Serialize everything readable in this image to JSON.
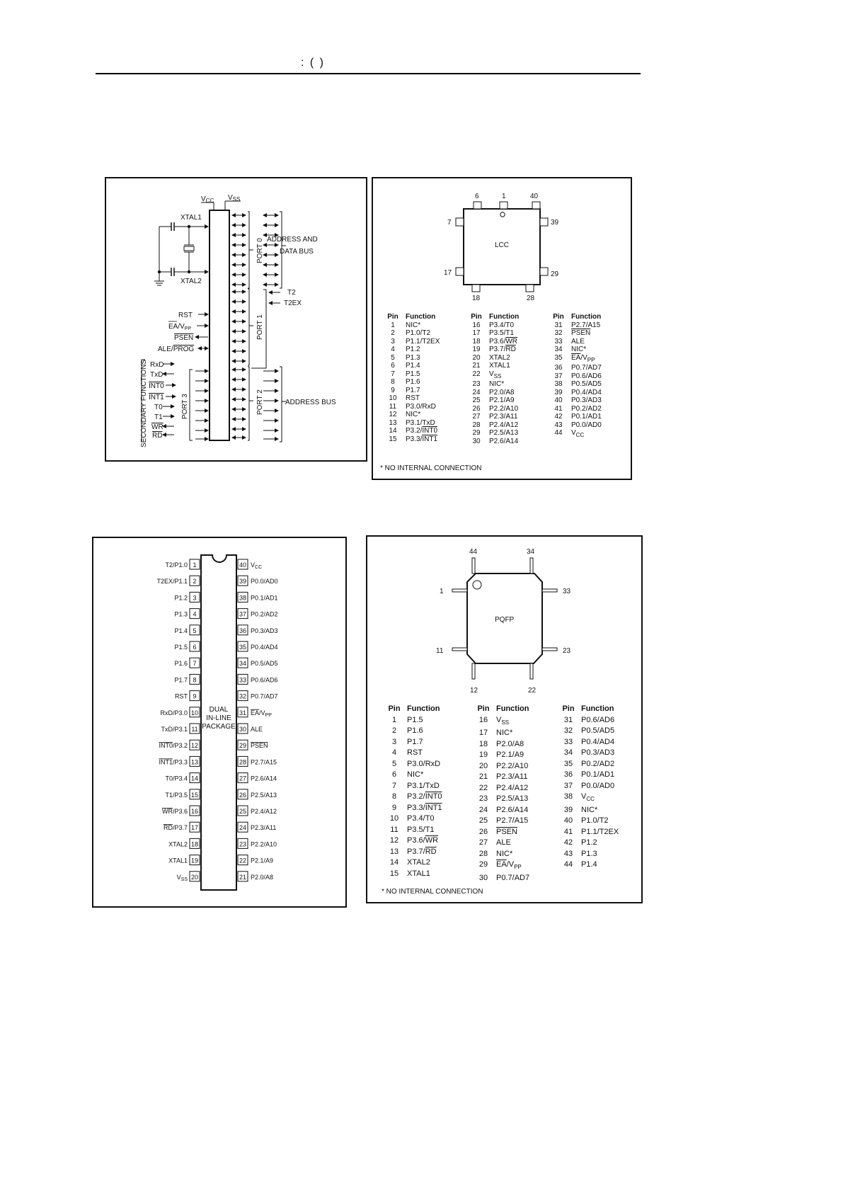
{
  "header": {
    "text": ": (    )"
  },
  "logic_diagram": {
    "vcc": "VCC",
    "vss": "VSS",
    "xtal1": "XTAL1",
    "xtal2": "XTAL2",
    "port0": "PORT 0",
    "port1": "PORT 1",
    "port2": "PORT 2",
    "port3": "PORT 3",
    "address_data_bus": [
      "ADDRESS AND",
      "DATA BUS"
    ],
    "t2": "T2",
    "t2ex": "T2EX",
    "rst": "RST",
    "ea_vpp": "EA/VPP",
    "psen": "PSEN",
    "ale_prog": "ALE/PROG",
    "secondary_functions": "SECONDARY FUNCTIONS",
    "port3_signals": [
      "RxD",
      "TxD",
      "INT0",
      "INT1",
      "T0",
      "T1",
      "WR",
      "RD"
    ],
    "address_bus": "ADDRESS BUS"
  },
  "lcc": {
    "label": "LCC",
    "pin_labels": {
      "top": [
        "6",
        "1",
        "40"
      ],
      "left": [
        "7",
        "17"
      ],
      "right": [
        "39",
        "29"
      ],
      "bottom": [
        "18",
        "28"
      ]
    },
    "table_headers": {
      "pin": "Pin",
      "function": "Function"
    },
    "columns": [
      [
        [
          "1",
          "NIC*"
        ],
        [
          "2",
          "P1.0/T2"
        ],
        [
          "3",
          "P1.1/T2EX"
        ],
        [
          "4",
          "P1.2"
        ],
        [
          "5",
          "P1.3"
        ],
        [
          "6",
          "P1.4"
        ],
        [
          "7",
          "P1.5"
        ],
        [
          "8",
          "P1.6"
        ],
        [
          "9",
          "P1.7"
        ],
        [
          "10",
          "RST"
        ],
        [
          "11",
          "P3.0/RxD"
        ],
        [
          "12",
          "NIC*"
        ],
        [
          "13",
          "P3.1/TxD"
        ],
        [
          "14",
          "P3.2/INT0"
        ],
        [
          "15",
          "P3.3/INT1"
        ]
      ],
      [
        [
          "16",
          "P3.4/T0"
        ],
        [
          "17",
          "P3.5/T1"
        ],
        [
          "18",
          "P3.6/WR"
        ],
        [
          "19",
          "P3.7/RD"
        ],
        [
          "20",
          "XTAL2"
        ],
        [
          "21",
          "XTAL1"
        ],
        [
          "22",
          "VSS"
        ],
        [
          "23",
          "NIC*"
        ],
        [
          "24",
          "P2.0/A8"
        ],
        [
          "25",
          "P2.1/A9"
        ],
        [
          "26",
          "P2.2/A10"
        ],
        [
          "27",
          "P2.3/A11"
        ],
        [
          "28",
          "P2.4/A12"
        ],
        [
          "29",
          "P2.5/A13"
        ],
        [
          "30",
          "P2.6/A14"
        ]
      ],
      [
        [
          "31",
          "P2.7/A15"
        ],
        [
          "32",
          "PSEN"
        ],
        [
          "33",
          "ALE"
        ],
        [
          "34",
          "NIC*"
        ],
        [
          "35",
          "EA/VPP"
        ],
        [
          "36",
          "P0.7/AD7"
        ],
        [
          "37",
          "P0.6/AD6"
        ],
        [
          "38",
          "P0.5/AD5"
        ],
        [
          "39",
          "P0.4/AD4"
        ],
        [
          "40",
          "P0.3/AD3"
        ],
        [
          "41",
          "P0.2/AD2"
        ],
        [
          "42",
          "P0.1/AD1"
        ],
        [
          "43",
          "P0.0/AD0"
        ],
        [
          "44",
          "VCC"
        ]
      ]
    ],
    "note": "* NO INTERNAL CONNECTION"
  },
  "dip": {
    "label": [
      "DUAL",
      "IN-LINE",
      "PACKAGE"
    ],
    "left_pins": [
      [
        "1",
        "T2/P1.0"
      ],
      [
        "2",
        "T2EX/P1.1"
      ],
      [
        "3",
        "P1.2"
      ],
      [
        "4",
        "P1.3"
      ],
      [
        "5",
        "P1.4"
      ],
      [
        "6",
        "P1.5"
      ],
      [
        "7",
        "P1.6"
      ],
      [
        "8",
        "P1.7"
      ],
      [
        "9",
        "RST"
      ],
      [
        "10",
        "RxD/P3.0"
      ],
      [
        "11",
        "TxD/P3.1"
      ],
      [
        "12",
        "INT0/P3.2"
      ],
      [
        "13",
        "INT1/P3.3"
      ],
      [
        "14",
        "T0/P3.4"
      ],
      [
        "15",
        "T1/P3.5"
      ],
      [
        "16",
        "WR/P3.6"
      ],
      [
        "17",
        "RD/P3.7"
      ],
      [
        "18",
        "XTAL2"
      ],
      [
        "19",
        "XTAL1"
      ],
      [
        "20",
        "VSS"
      ]
    ],
    "right_pins": [
      [
        "40",
        "VCC"
      ],
      [
        "39",
        "P0.0/AD0"
      ],
      [
        "38",
        "P0.1/AD1"
      ],
      [
        "37",
        "P0.2/AD2"
      ],
      [
        "36",
        "P0.3/AD3"
      ],
      [
        "35",
        "P0.4/AD4"
      ],
      [
        "34",
        "P0.5/AD5"
      ],
      [
        "33",
        "P0.6/AD6"
      ],
      [
        "32",
        "P0.7/AD7"
      ],
      [
        "31",
        "EA/VPP"
      ],
      [
        "30",
        "ALE"
      ],
      [
        "29",
        "PSEN"
      ],
      [
        "28",
        "P2.7/A15"
      ],
      [
        "27",
        "P2.6/A14"
      ],
      [
        "26",
        "P2.5/A13"
      ],
      [
        "25",
        "P2.4/A12"
      ],
      [
        "24",
        "P2.3/A11"
      ],
      [
        "23",
        "P2.2/A10"
      ],
      [
        "22",
        "P2.1/A9"
      ],
      [
        "21",
        "P2.0/A8"
      ]
    ]
  },
  "pqfp": {
    "label": "PQFP",
    "pin_labels": {
      "top": [
        "44",
        "34"
      ],
      "left": [
        "1",
        "11"
      ],
      "right": [
        "33",
        "23"
      ],
      "bottom": [
        "12",
        "22"
      ]
    },
    "table_headers": {
      "pin": "Pin",
      "function": "Function"
    },
    "columns": [
      [
        [
          "1",
          "P1.5"
        ],
        [
          "2",
          "P1.6"
        ],
        [
          "3",
          "P1.7"
        ],
        [
          "4",
          "RST"
        ],
        [
          "5",
          "P3.0/RxD"
        ],
        [
          "6",
          "NIC*"
        ],
        [
          "7",
          "P3.1/TxD"
        ],
        [
          "8",
          "P3.2/INT0"
        ],
        [
          "9",
          "P3.3/INT1"
        ],
        [
          "10",
          "P3.4/T0"
        ],
        [
          "11",
          "P3.5/T1"
        ],
        [
          "12",
          "P3.6/WR"
        ],
        [
          "13",
          "P3.7/RD"
        ],
        [
          "14",
          "XTAL2"
        ],
        [
          "15",
          "XTAL1"
        ]
      ],
      [
        [
          "16",
          "VSS"
        ],
        [
          "17",
          "NIC*"
        ],
        [
          "18",
          "P2.0/A8"
        ],
        [
          "19",
          "P2.1/A9"
        ],
        [
          "20",
          "P2.2/A10"
        ],
        [
          "21",
          "P2.3/A11"
        ],
        [
          "22",
          "P2.4/A12"
        ],
        [
          "23",
          "P2.5/A13"
        ],
        [
          "24",
          "P2.6/A14"
        ],
        [
          "25",
          "P2.7/A15"
        ],
        [
          "26",
          "PSEN"
        ],
        [
          "27",
          "ALE"
        ],
        [
          "28",
          "NIC*"
        ],
        [
          "29",
          "EA/VPP"
        ],
        [
          "30",
          "P0.7/AD7"
        ]
      ],
      [
        [
          "31",
          "P0.6/AD6"
        ],
        [
          "32",
          "P0.5/AD5"
        ],
        [
          "33",
          "P0.4/AD4"
        ],
        [
          "34",
          "P0.3/AD3"
        ],
        [
          "35",
          "P0.2/AD2"
        ],
        [
          "36",
          "P0.1/AD1"
        ],
        [
          "37",
          "P0.0/AD0"
        ],
        [
          "38",
          "VCC"
        ],
        [
          "39",
          "NIC*"
        ],
        [
          "40",
          "P1.0/T2"
        ],
        [
          "41",
          "P1.1/T2EX"
        ],
        [
          "42",
          "P1.2"
        ],
        [
          "43",
          "P1.3"
        ],
        [
          "44",
          "P1.4"
        ]
      ]
    ],
    "note": "* NO INTERNAL CONNECTION"
  }
}
